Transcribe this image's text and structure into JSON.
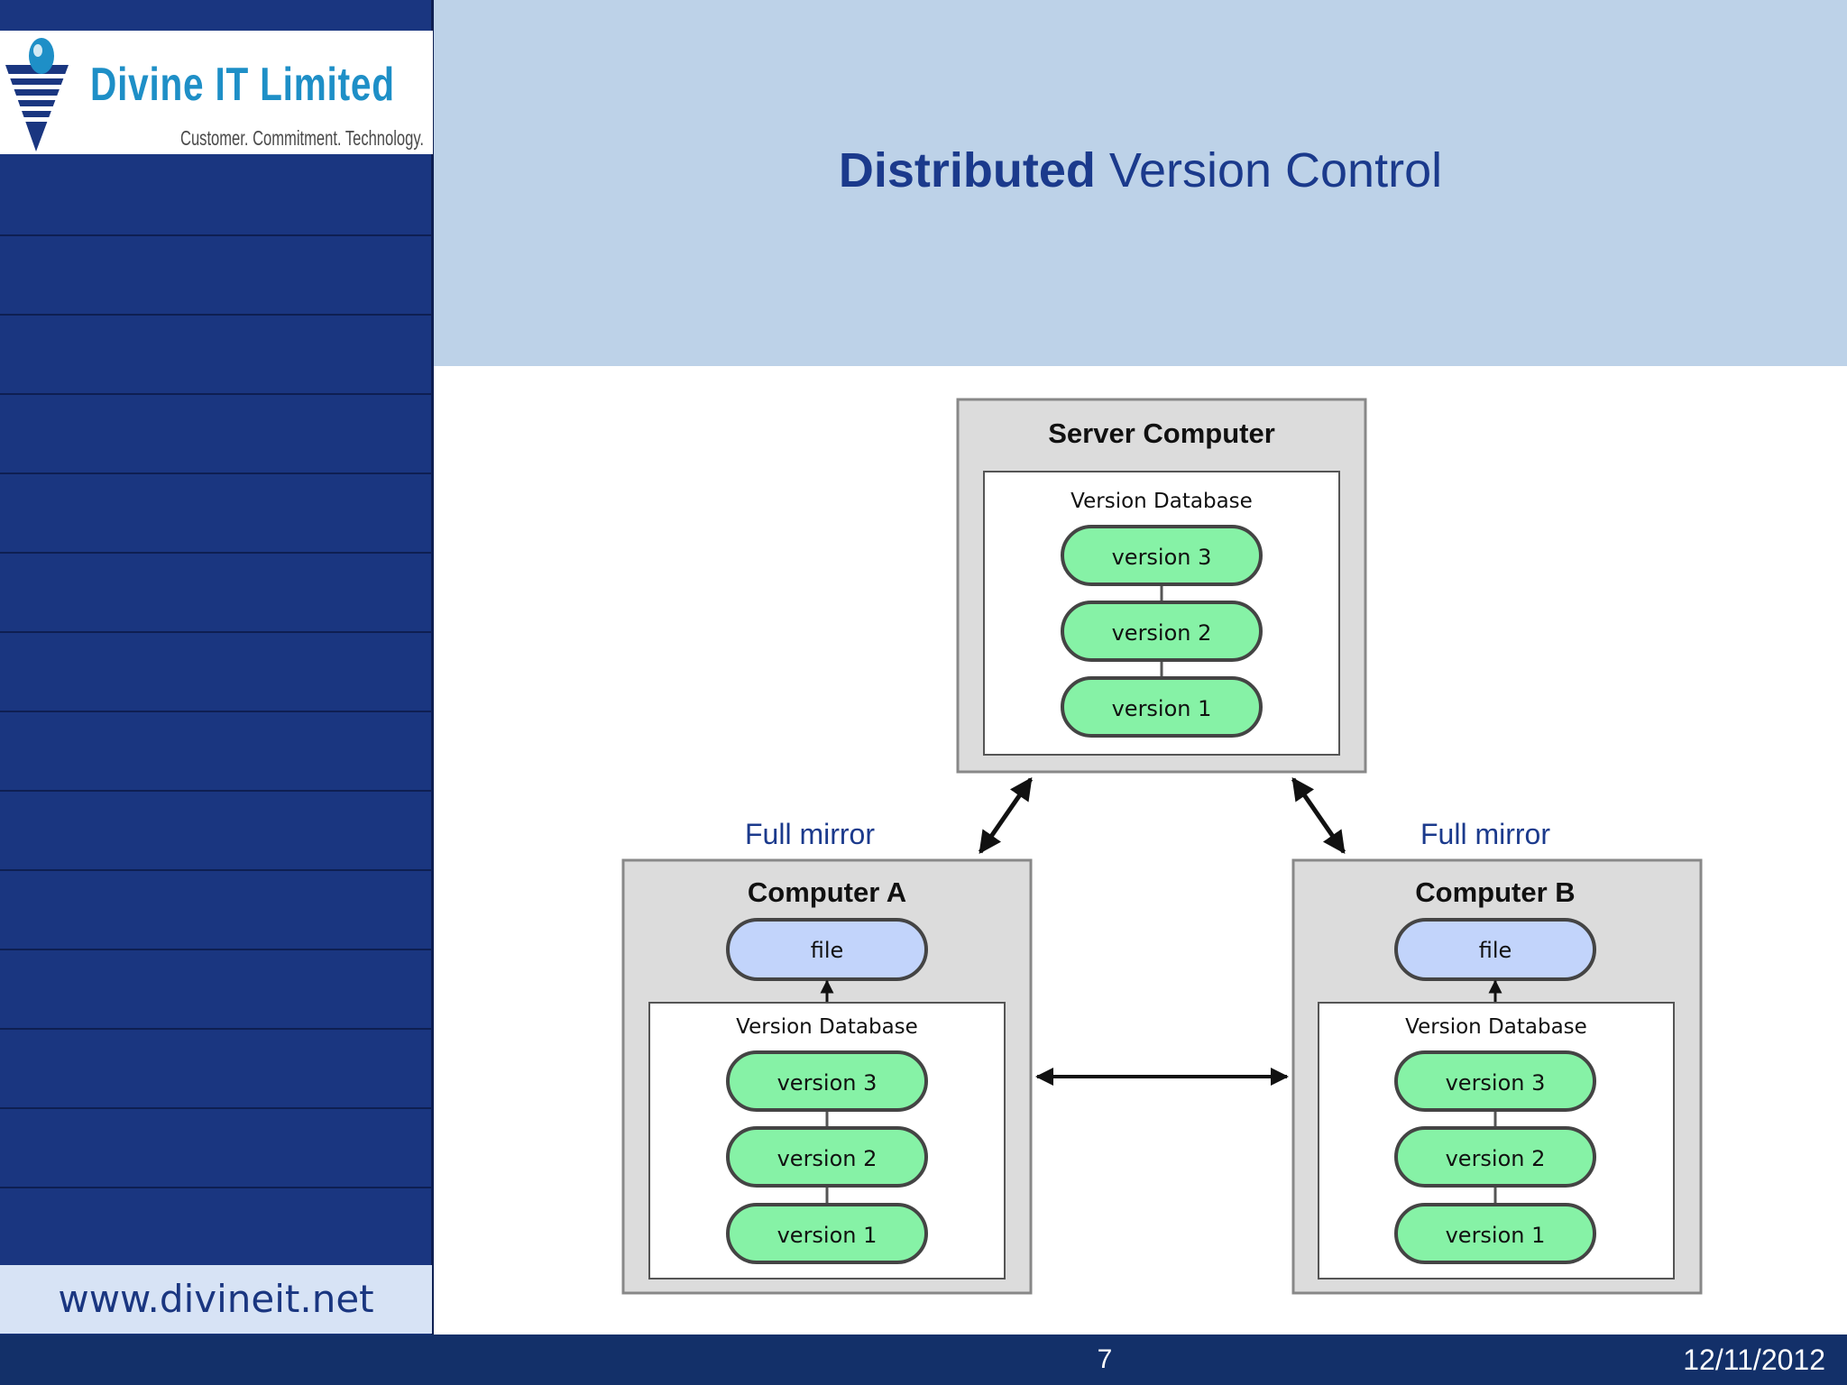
{
  "slide": {
    "title_bold": "Distributed",
    "title_rest": "Version Control",
    "page_number": "7",
    "date": "12/11/2012"
  },
  "branding": {
    "company_name": "Divine IT Limited",
    "tagline": "Customer. Commitment. Technology.",
    "website": "www.divineit.net"
  },
  "diagram": {
    "server": {
      "title": "Server Computer",
      "database_label": "Version Database",
      "versions": [
        "version 3",
        "version 2",
        "version 1"
      ]
    },
    "computer_a": {
      "title": "Computer A",
      "file_label": "file",
      "database_label": "Version Database",
      "versions": [
        "version 3",
        "version 2",
        "version 1"
      ]
    },
    "computer_b": {
      "title": "Computer B",
      "file_label": "file",
      "database_label": "Version Database",
      "versions": [
        "version 3",
        "version 2",
        "version 1"
      ]
    },
    "mirror_left": "Full mirror",
    "mirror_right": "Full mirror"
  },
  "colors": {
    "sidebar": "#1a3680",
    "title_band": "#bdd2e8",
    "footer": "#133069",
    "version_pill": "#86f2a6",
    "file_pill": "#c2d4fb",
    "box_gray": "#dcdcdc"
  }
}
